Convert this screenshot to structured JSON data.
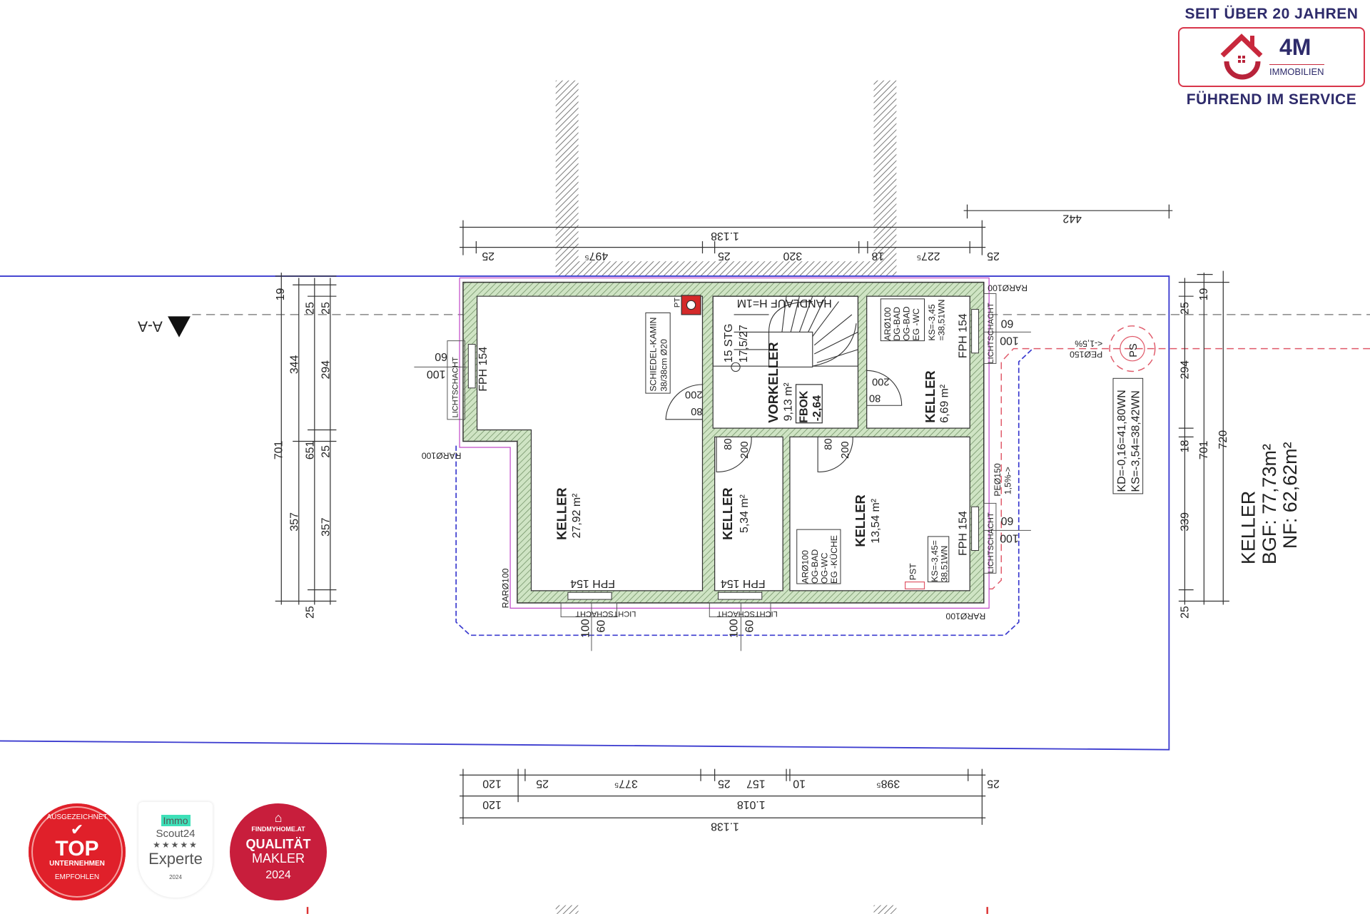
{
  "logo": {
    "tagline_top": "SEIT ÜBER 20 JAHREN",
    "brand": "4M",
    "brand_sub": "IMMOBILIEN",
    "tagline_bottom": "FÜHREND IM SERVICE",
    "accent": "#d8354a",
    "navy": "#2e2b6b"
  },
  "section_marker": "A-A",
  "summary": {
    "title": "KELLER",
    "bgf": "BGF: 77,73m²",
    "nf": "NF: 62,62m²"
  },
  "rooms": [
    {
      "name": "KELLER",
      "area": "27,92 m²"
    },
    {
      "name": "VORKELLER",
      "area": "9,13 m²"
    },
    {
      "name": "KELLER",
      "area": "6,69 m²"
    },
    {
      "name": "KELLER",
      "area": "5,34 m²"
    },
    {
      "name": "KELLER",
      "area": "13,54 m²"
    }
  ],
  "annotations": {
    "fbok": "FBOK",
    "fbok_val": "-2,64",
    "stairs1": "15 STG",
    "stairs2": "17,5/27",
    "handlauf": "HANDLAUF H=1M",
    "kamin1": "SCHIEDEL-KAMIN",
    "kamin2": "38/38cm Ø20",
    "pt": "PT",
    "ar1": [
      "ARØ100",
      "DG-BAD",
      "OG-BAD",
      "EG -WC"
    ],
    "ks1": [
      "KS=-3,45",
      "=38,51WN"
    ],
    "ar2": [
      "ARØ100",
      "OG-BAD",
      "OG-WC",
      "EG -KÜCHE"
    ],
    "ks2": [
      "KS=-3,45=",
      "38,51WN"
    ],
    "pst": "PST",
    "ps": "PS",
    "kd": "KD=-0,16=41,80WN",
    "ks": "KS=-3,54=38,42WN",
    "pe1": "PEØ150",
    "pe1_slope": "<-1,5%",
    "pe2": "PEØ150",
    "pe2_slope": "1,5%->",
    "rar1": "RARØ100",
    "rar2": "RARØ100",
    "rar3": "RARØ100",
    "rar4": "RARØ100",
    "fph": "FPH 154",
    "licht": "LICHTSCHACHT",
    "door_w": "80",
    "door_h": "200",
    "ls_60": "60",
    "ls_100": "100"
  },
  "dims_top": {
    "overall": "1.138",
    "right": "442",
    "chain": [
      "25",
      "497⁵",
      "25",
      "320",
      "18",
      "227⁵",
      "25"
    ]
  },
  "dims_bottom": {
    "chain": [
      "120",
      "25",
      "377⁵",
      "25",
      "157",
      "10",
      "398⁵",
      "25"
    ],
    "mid": [
      "120",
      "1.018"
    ],
    "overall": "1.138"
  },
  "dims_left": {
    "a": [
      "19",
      "344",
      "357",
      "25"
    ],
    "b": [
      "701"
    ],
    "c": [
      "25",
      "651"
    ],
    "d": [
      "25",
      "294",
      "25",
      "357"
    ]
  },
  "dims_right": {
    "a": [
      "25",
      "294",
      "18",
      "339",
      "25"
    ],
    "b": [
      "19",
      "701"
    ],
    "c": [
      "720"
    ]
  },
  "badges": {
    "top": {
      "ring_top": "AUSGEZEICHNET",
      "title": "TOP",
      "sub": "UNTERNEHMEN",
      "ring_bottom": "EMPFOHLEN"
    },
    "immo": {
      "brand1": "Immo",
      "brand2": "Scout24",
      "stars": "★★★★★",
      "title": "Experte",
      "year": "2024"
    },
    "fmh": {
      "brand": "FINDMYHOME.AT",
      "line1": "QUALITÄT",
      "line2": "MAKLER",
      "year": "2024"
    }
  }
}
